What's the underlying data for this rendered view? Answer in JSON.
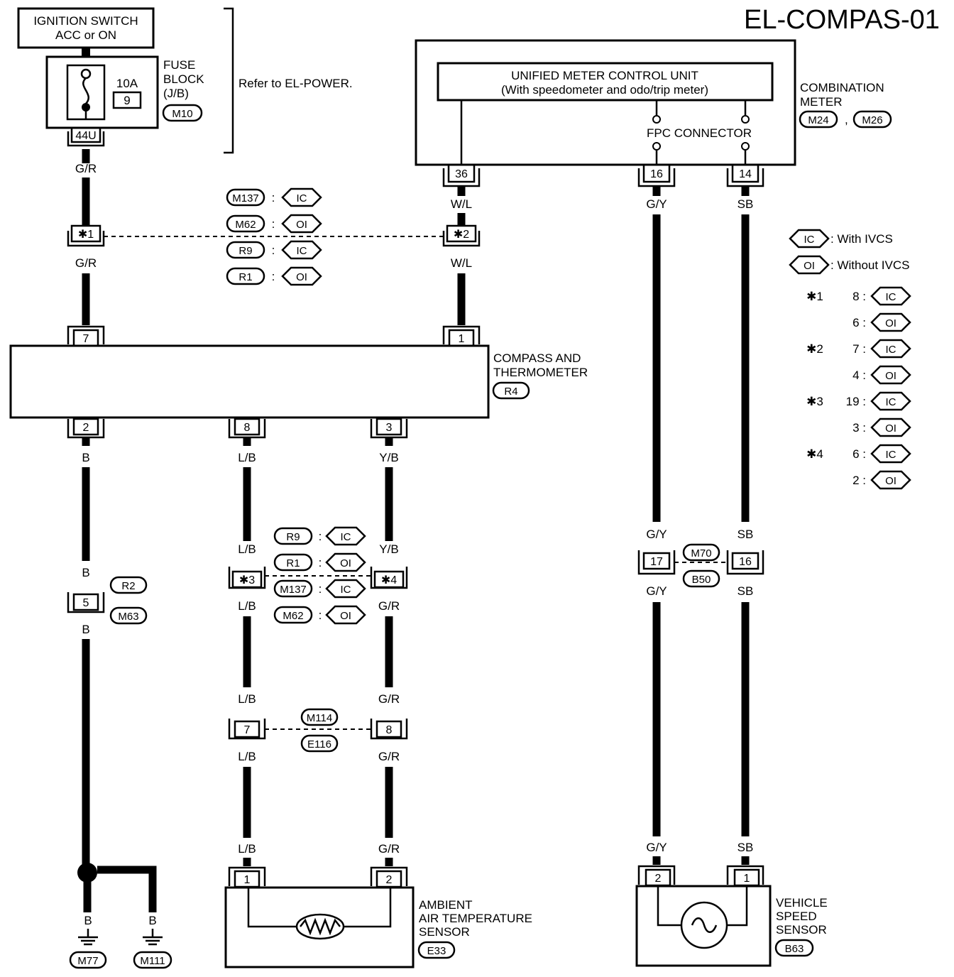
{
  "title": "EL-COMPAS-01",
  "ignition_switch": {
    "line1": "IGNITION SWITCH",
    "line2": "ACC or ON"
  },
  "fuse_block": {
    "line1": "FUSE",
    "line2": "BLOCK",
    "line3": "(J/B)",
    "connector": "M10",
    "amps": "10A",
    "fuse_no": "9",
    "terminal": "44U"
  },
  "refer_note": "Refer to EL-POWER.",
  "combination_meter": {
    "line1": "COMBINATION",
    "line2": "METER",
    "conn1": "M24",
    "sep": ",",
    "conn2": "M26",
    "umcu_line1": "UNIFIED METER CONTROL UNIT",
    "umcu_line2": "(With speedometer and odo/trip meter)",
    "fpc": "FPC CONNECTOR",
    "pins": [
      "36",
      "16",
      "14"
    ]
  },
  "compass": {
    "line1": "COMPASS AND",
    "line2": "THERMOMETER",
    "connector": "R4",
    "top_pins": [
      "7",
      "1"
    ],
    "bottom_pins": [
      "2",
      "8",
      "3"
    ]
  },
  "wires": {
    "gr": "G/R",
    "wl": "W/L",
    "gy": "G/Y",
    "sb": "SB",
    "b": "B",
    "lb": "L/B",
    "yb": "Y/B"
  },
  "junctions": {
    "j1": {
      "pin": "✱1",
      "pin2": "✱2"
    },
    "j1_conns": [
      {
        "conn": "M137",
        "tag": "IC"
      },
      {
        "conn": "M62",
        "tag": "OI"
      },
      {
        "conn": "R9",
        "tag": "IC"
      },
      {
        "conn": "R1",
        "tag": "OI"
      }
    ],
    "j3_conns": [
      {
        "conn": "R9",
        "tag": "IC"
      },
      {
        "conn": "R1",
        "tag": "OI"
      },
      {
        "conn": "M137",
        "tag": "IC"
      },
      {
        "conn": "M62",
        "tag": "OI"
      }
    ],
    "j3": {
      "pin": "✱3",
      "pin2": "✱4"
    },
    "r2": {
      "pin": "5",
      "conn1": "R2",
      "conn2": "M63"
    },
    "m114": {
      "pin1": "7",
      "pin2": "8",
      "conn1": "M114",
      "conn2": "E116"
    },
    "m70": {
      "pin1": "17",
      "pin2": "16",
      "conn1": "M70",
      "conn2": "B50"
    }
  },
  "legend": {
    "ic": {
      "tag": "IC",
      "text": ": With IVCS"
    },
    "oi": {
      "tag": "OI",
      "text": ": Without IVCS"
    },
    "rows": [
      {
        "star": "✱1",
        "pin": "8 :",
        "tag": "IC"
      },
      {
        "star": "",
        "pin": "6 :",
        "tag": "OI"
      },
      {
        "star": "✱2",
        "pin": "7 :",
        "tag": "IC"
      },
      {
        "star": "",
        "pin": "4 :",
        "tag": "OI"
      },
      {
        "star": "✱3",
        "pin": "19 :",
        "tag": "IC"
      },
      {
        "star": "",
        "pin": "3 :",
        "tag": "OI"
      },
      {
        "star": "✱4",
        "pin": "6 :",
        "tag": "IC"
      },
      {
        "star": "",
        "pin": "2 :",
        "tag": "OI"
      }
    ]
  },
  "ambient_sensor": {
    "line1": "AMBIENT",
    "line2": "AIR TEMPERATURE",
    "line3": "SENSOR",
    "connector": "E33",
    "pins": [
      "1",
      "2"
    ]
  },
  "vss": {
    "line1": "VEHICLE",
    "line2": "SPEED",
    "line3": "SENSOR",
    "connector": "B63",
    "pins": [
      "2",
      "1"
    ]
  },
  "grounds": [
    "M77",
    "M111"
  ],
  "colon": ":"
}
